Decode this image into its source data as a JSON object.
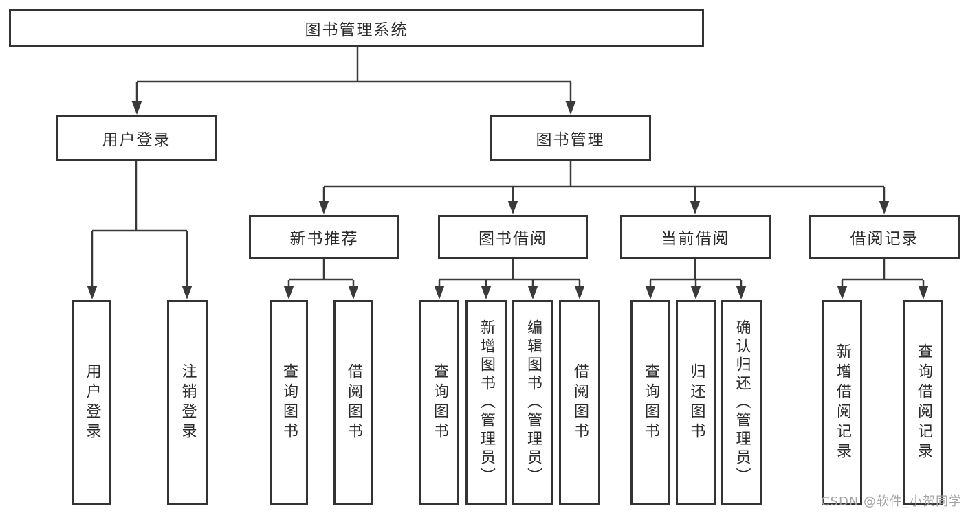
{
  "tree": {
    "root": {
      "label": "图书管理系统"
    },
    "level2": {
      "user_login": {
        "label": "用户登录"
      },
      "book_mgmt": {
        "label": "图书管理"
      }
    },
    "level3": {
      "new_books": {
        "label": "新书推荐"
      },
      "book_borrow": {
        "label": "图书借阅"
      },
      "current_borrow": {
        "label": "当前借阅"
      },
      "borrow_records": {
        "label": "借阅记录"
      }
    },
    "level4": {
      "user_login_children": [
        {
          "label": "用户登录"
        },
        {
          "label": "注销登录"
        }
      ],
      "new_books_children": [
        {
          "label": "查询图书"
        },
        {
          "label": "借阅图书"
        }
      ],
      "book_borrow_children": [
        {
          "label": "查询图书"
        },
        {
          "label": "新增图书（管理员）"
        },
        {
          "label": "编辑图书（管理员）"
        },
        {
          "label": "借阅图书"
        }
      ],
      "current_borrow_children": [
        {
          "label": "查询图书"
        },
        {
          "label": "归还图书"
        },
        {
          "label": "确认归还（管理员）"
        }
      ],
      "borrow_records_children": [
        {
          "label": "新增借阅记录"
        },
        {
          "label": "查询借阅记录"
        }
      ]
    }
  },
  "watermark": {
    "text": "CSDN @软件_小贺同学"
  },
  "colors": {
    "line": "#3a3a3a",
    "box_border": "#333333",
    "text": "#2b2b2b",
    "watermark": "#a3a3a3",
    "background": "#ffffff"
  }
}
